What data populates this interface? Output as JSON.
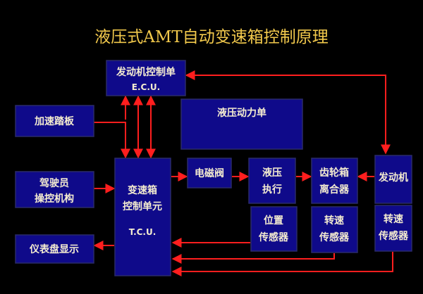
{
  "title": "液压式AMT自动变速箱控制原理",
  "colors": {
    "background": "#000000",
    "box": "#0f0a8a",
    "arrow": "#ff1e1e",
    "text": "#f4ecd0",
    "title": "#f2c94c"
  },
  "nodes": {
    "ecu": {
      "line1": "发动机控制单",
      "line2": "E.C.U."
    },
    "accel": {
      "line1": "加速踏板"
    },
    "hydpower": {
      "line1": "液压动力单"
    },
    "driver": {
      "line1": "驾驶员",
      "line2": "操控机构"
    },
    "tcu": {
      "line1": "变速箱",
      "line2": "控制单元",
      "line3": "T.C.U."
    },
    "solenoid": {
      "line1": "电磁阀"
    },
    "hydexec": {
      "line1": "液压",
      "line2": "执行"
    },
    "gearbox": {
      "line1": "齿轮箱",
      "line2": "离合器"
    },
    "engine": {
      "line1": "发动机"
    },
    "possensor": {
      "line1": "位置",
      "line2": "传感器"
    },
    "speed1": {
      "line1": "转速",
      "line2": "传感器"
    },
    "speed2": {
      "line1": "转速",
      "line2": "传感器"
    },
    "dash": {
      "line1": "仪表盘显示"
    }
  }
}
